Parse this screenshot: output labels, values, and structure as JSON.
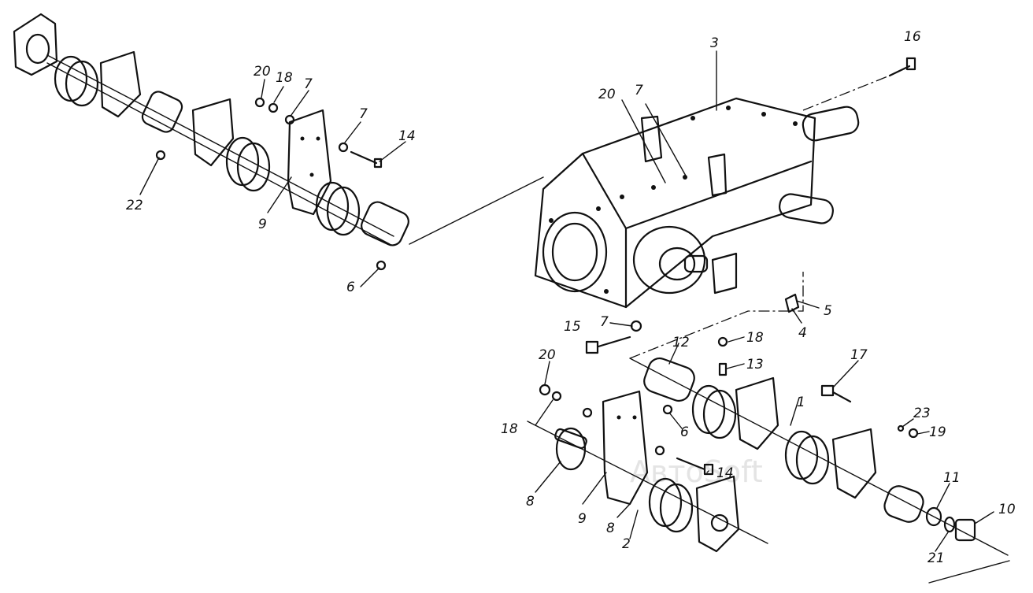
{
  "watermark": "АвтоSoft",
  "callouts": [
    {
      "id": "c1",
      "text": "20"
    },
    {
      "id": "c2",
      "text": "18"
    },
    {
      "id": "c3",
      "text": "7"
    },
    {
      "id": "c4",
      "text": "7"
    },
    {
      "id": "c5",
      "text": "14"
    },
    {
      "id": "c6",
      "text": "22"
    },
    {
      "id": "c7",
      "text": "9"
    },
    {
      "id": "c8",
      "text": "6"
    },
    {
      "id": "c9",
      "text": "3"
    },
    {
      "id": "c10",
      "text": "16"
    },
    {
      "id": "c11",
      "text": "20"
    },
    {
      "id": "c12",
      "text": "7"
    },
    {
      "id": "c13",
      "text": "5"
    },
    {
      "id": "c14",
      "text": "4"
    },
    {
      "id": "c15",
      "text": "15"
    },
    {
      "id": "c16",
      "text": "7"
    },
    {
      "id": "c17",
      "text": "18"
    },
    {
      "id": "c18",
      "text": "12"
    },
    {
      "id": "c19",
      "text": "13"
    },
    {
      "id": "c20",
      "text": "20"
    },
    {
      "id": "c21",
      "text": "17"
    },
    {
      "id": "c22",
      "text": "18"
    },
    {
      "id": "c23",
      "text": "6"
    },
    {
      "id": "c24",
      "text": "1"
    },
    {
      "id": "c25",
      "text": "23"
    },
    {
      "id": "c26",
      "text": "19"
    },
    {
      "id": "c27",
      "text": "14"
    },
    {
      "id": "c28",
      "text": "8"
    },
    {
      "id": "c29",
      "text": "9"
    },
    {
      "id": "c30",
      "text": "8"
    },
    {
      "id": "c31",
      "text": "2"
    },
    {
      "id": "c32",
      "text": "11"
    },
    {
      "id": "c33",
      "text": "10"
    },
    {
      "id": "c34",
      "text": "21"
    }
  ]
}
